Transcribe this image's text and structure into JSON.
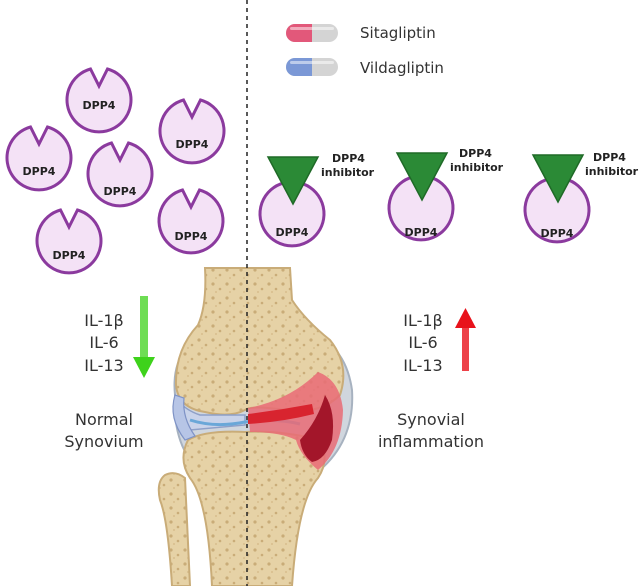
{
  "legend": {
    "items": [
      {
        "label": "Sitagliptin",
        "color_left": "#e2587a",
        "color_right": "#d4d4d4"
      },
      {
        "label": "Vildagliptin",
        "color_left": "#7b98d6",
        "color_right": "#d4d4d4"
      }
    ]
  },
  "left": {
    "enzyme_label": "DPP4",
    "cytokines": [
      "IL-1β",
      "IL-6",
      "IL-13"
    ],
    "caption_line1": "Normal",
    "caption_line2": "Synovium",
    "arrow_color": "#3ed21b"
  },
  "right": {
    "enzyme_label": "DPP4",
    "inhibitor_line1": "DPP4",
    "inhibitor_line2": "inhibitor",
    "cytokines": [
      "IL-1β",
      "IL-6",
      "IL-13"
    ],
    "caption_line1": "Synovial",
    "caption_line2": "inflammation",
    "arrow_color": "#e8121b"
  },
  "colors": {
    "enzyme_fill": "#f4e2f6",
    "enzyme_stroke": "#8b3a9e",
    "inhibitor_fill": "#2b8a36",
    "bone_fill": "#e6d2a6",
    "bone_stroke": "#c9ac78",
    "cartilage": "#c9d3ea",
    "inflamed": "#c01a2a"
  }
}
